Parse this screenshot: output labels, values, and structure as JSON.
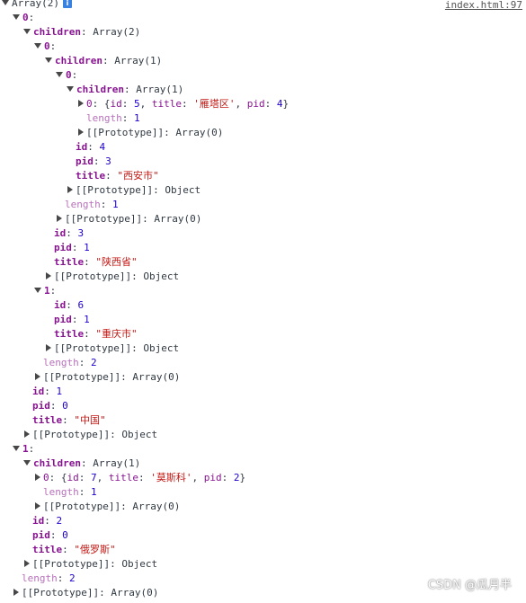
{
  "source_link": "index.html:97",
  "watermark": "CSDN @瓜月半",
  "info_icon": "i",
  "rows": [
    {
      "d": 0,
      "tri": "open",
      "parts": [
        [
          "v",
          "Array(2)"
        ]
      ],
      "info": true
    },
    {
      "d": 1,
      "tri": "open",
      "parts": [
        [
          "kb",
          "0"
        ],
        [
          "sep",
          ":"
        ]
      ]
    },
    {
      "d": 2,
      "tri": "open",
      "parts": [
        [
          "kb",
          "children"
        ],
        [
          "sep",
          ": "
        ],
        [
          "v",
          "Array(2)"
        ]
      ]
    },
    {
      "d": 3,
      "tri": "open",
      "parts": [
        [
          "kb",
          "0"
        ],
        [
          "sep",
          ":"
        ]
      ]
    },
    {
      "d": 4,
      "tri": "open",
      "parts": [
        [
          "kb",
          "children"
        ],
        [
          "sep",
          ": "
        ],
        [
          "v",
          "Array(1)"
        ]
      ]
    },
    {
      "d": 5,
      "tri": "open",
      "parts": [
        [
          "kb",
          "0"
        ],
        [
          "sep",
          ":"
        ]
      ]
    },
    {
      "d": 6,
      "tri": "open",
      "parts": [
        [
          "kb",
          "children"
        ],
        [
          "sep",
          ": "
        ],
        [
          "v",
          "Array(1)"
        ]
      ]
    },
    {
      "d": 7,
      "tri": "closed",
      "parts": [
        [
          "k",
          "0"
        ],
        [
          "sep",
          ": {"
        ],
        [
          "k",
          "id"
        ],
        [
          "sep",
          ": "
        ],
        [
          "n",
          "5"
        ],
        [
          "sep",
          ", "
        ],
        [
          "k",
          "title"
        ],
        [
          "sep",
          ": "
        ],
        [
          "s",
          "'雁塔区'"
        ],
        [
          "sep",
          ", "
        ],
        [
          "k",
          "pid"
        ],
        [
          "sep",
          ": "
        ],
        [
          "n",
          "4"
        ],
        [
          "sep",
          "}"
        ]
      ]
    },
    {
      "d": 7,
      "tri": "none",
      "parts": [
        [
          "kl",
          "length"
        ],
        [
          "sep",
          ": "
        ],
        [
          "n",
          "1"
        ]
      ]
    },
    {
      "d": 7,
      "tri": "closed",
      "parts": [
        [
          "v",
          "[[Prototype]]"
        ],
        [
          "sep",
          ": "
        ],
        [
          "v",
          "Array(0)"
        ]
      ]
    },
    {
      "d": 6,
      "tri": "none",
      "parts": [
        [
          "kb",
          "id"
        ],
        [
          "sep",
          ": "
        ],
        [
          "n",
          "4"
        ]
      ]
    },
    {
      "d": 6,
      "tri": "none",
      "parts": [
        [
          "kb",
          "pid"
        ],
        [
          "sep",
          ": "
        ],
        [
          "n",
          "3"
        ]
      ]
    },
    {
      "d": 6,
      "tri": "none",
      "parts": [
        [
          "kb",
          "title"
        ],
        [
          "sep",
          ": "
        ],
        [
          "s",
          "\"西安市\""
        ]
      ]
    },
    {
      "d": 6,
      "tri": "closed",
      "parts": [
        [
          "v",
          "[[Prototype]]"
        ],
        [
          "sep",
          ": "
        ],
        [
          "v",
          "Object"
        ]
      ]
    },
    {
      "d": 5,
      "tri": "none",
      "parts": [
        [
          "kl",
          "length"
        ],
        [
          "sep",
          ": "
        ],
        [
          "n",
          "1"
        ]
      ]
    },
    {
      "d": 5,
      "tri": "closed",
      "parts": [
        [
          "v",
          "[[Prototype]]"
        ],
        [
          "sep",
          ": "
        ],
        [
          "v",
          "Array(0)"
        ]
      ]
    },
    {
      "d": 4,
      "tri": "none",
      "parts": [
        [
          "kb",
          "id"
        ],
        [
          "sep",
          ": "
        ],
        [
          "n",
          "3"
        ]
      ]
    },
    {
      "d": 4,
      "tri": "none",
      "parts": [
        [
          "kb",
          "pid"
        ],
        [
          "sep",
          ": "
        ],
        [
          "n",
          "1"
        ]
      ]
    },
    {
      "d": 4,
      "tri": "none",
      "parts": [
        [
          "kb",
          "title"
        ],
        [
          "sep",
          ": "
        ],
        [
          "s",
          "\"陕西省\""
        ]
      ]
    },
    {
      "d": 4,
      "tri": "closed",
      "parts": [
        [
          "v",
          "[[Prototype]]"
        ],
        [
          "sep",
          ": "
        ],
        [
          "v",
          "Object"
        ]
      ]
    },
    {
      "d": 3,
      "tri": "open",
      "parts": [
        [
          "kb",
          "1"
        ],
        [
          "sep",
          ":"
        ]
      ]
    },
    {
      "d": 4,
      "tri": "none",
      "parts": [
        [
          "kb",
          "id"
        ],
        [
          "sep",
          ": "
        ],
        [
          "n",
          "6"
        ]
      ]
    },
    {
      "d": 4,
      "tri": "none",
      "parts": [
        [
          "kb",
          "pid"
        ],
        [
          "sep",
          ": "
        ],
        [
          "n",
          "1"
        ]
      ]
    },
    {
      "d": 4,
      "tri": "none",
      "parts": [
        [
          "kb",
          "title"
        ],
        [
          "sep",
          ": "
        ],
        [
          "s",
          "\"重庆市\""
        ]
      ]
    },
    {
      "d": 4,
      "tri": "closed",
      "parts": [
        [
          "v",
          "[[Prototype]]"
        ],
        [
          "sep",
          ": "
        ],
        [
          "v",
          "Object"
        ]
      ]
    },
    {
      "d": 3,
      "tri": "none",
      "parts": [
        [
          "kl",
          "length"
        ],
        [
          "sep",
          ": "
        ],
        [
          "n",
          "2"
        ]
      ]
    },
    {
      "d": 3,
      "tri": "closed",
      "parts": [
        [
          "v",
          "[[Prototype]]"
        ],
        [
          "sep",
          ": "
        ],
        [
          "v",
          "Array(0)"
        ]
      ]
    },
    {
      "d": 2,
      "tri": "none",
      "parts": [
        [
          "kb",
          "id"
        ],
        [
          "sep",
          ": "
        ],
        [
          "n",
          "1"
        ]
      ]
    },
    {
      "d": 2,
      "tri": "none",
      "parts": [
        [
          "kb",
          "pid"
        ],
        [
          "sep",
          ": "
        ],
        [
          "n",
          "0"
        ]
      ]
    },
    {
      "d": 2,
      "tri": "none",
      "parts": [
        [
          "kb",
          "title"
        ],
        [
          "sep",
          ": "
        ],
        [
          "s",
          "\"中国\""
        ]
      ]
    },
    {
      "d": 2,
      "tri": "closed",
      "parts": [
        [
          "v",
          "[[Prototype]]"
        ],
        [
          "sep",
          ": "
        ],
        [
          "v",
          "Object"
        ]
      ]
    },
    {
      "d": 1,
      "tri": "open",
      "parts": [
        [
          "kb",
          "1"
        ],
        [
          "sep",
          ":"
        ]
      ]
    },
    {
      "d": 2,
      "tri": "open",
      "parts": [
        [
          "kb",
          "children"
        ],
        [
          "sep",
          ": "
        ],
        [
          "v",
          "Array(1)"
        ]
      ]
    },
    {
      "d": 3,
      "tri": "closed",
      "parts": [
        [
          "k",
          "0"
        ],
        [
          "sep",
          ": {"
        ],
        [
          "k",
          "id"
        ],
        [
          "sep",
          ": "
        ],
        [
          "n",
          "7"
        ],
        [
          "sep",
          ", "
        ],
        [
          "k",
          "title"
        ],
        [
          "sep",
          ": "
        ],
        [
          "s",
          "'莫斯科'"
        ],
        [
          "sep",
          ", "
        ],
        [
          "k",
          "pid"
        ],
        [
          "sep",
          ": "
        ],
        [
          "n",
          "2"
        ],
        [
          "sep",
          "}"
        ]
      ]
    },
    {
      "d": 3,
      "tri": "none",
      "parts": [
        [
          "kl",
          "length"
        ],
        [
          "sep",
          ": "
        ],
        [
          "n",
          "1"
        ]
      ]
    },
    {
      "d": 3,
      "tri": "closed",
      "parts": [
        [
          "v",
          "[[Prototype]]"
        ],
        [
          "sep",
          ": "
        ],
        [
          "v",
          "Array(0)"
        ]
      ]
    },
    {
      "d": 2,
      "tri": "none",
      "parts": [
        [
          "kb",
          "id"
        ],
        [
          "sep",
          ": "
        ],
        [
          "n",
          "2"
        ]
      ]
    },
    {
      "d": 2,
      "tri": "none",
      "parts": [
        [
          "kb",
          "pid"
        ],
        [
          "sep",
          ": "
        ],
        [
          "n",
          "0"
        ]
      ]
    },
    {
      "d": 2,
      "tri": "none",
      "parts": [
        [
          "kb",
          "title"
        ],
        [
          "sep",
          ": "
        ],
        [
          "s",
          "\"俄罗斯\""
        ]
      ]
    },
    {
      "d": 2,
      "tri": "closed",
      "parts": [
        [
          "v",
          "[[Prototype]]"
        ],
        [
          "sep",
          ": "
        ],
        [
          "v",
          "Object"
        ]
      ]
    },
    {
      "d": 1,
      "tri": "none",
      "parts": [
        [
          "kl",
          "length"
        ],
        [
          "sep",
          ": "
        ],
        [
          "n",
          "2"
        ]
      ]
    },
    {
      "d": 1,
      "tri": "closed",
      "parts": [
        [
          "v",
          "[[Prototype]]"
        ],
        [
          "sep",
          ": "
        ],
        [
          "v",
          "Array(0)"
        ]
      ]
    }
  ]
}
